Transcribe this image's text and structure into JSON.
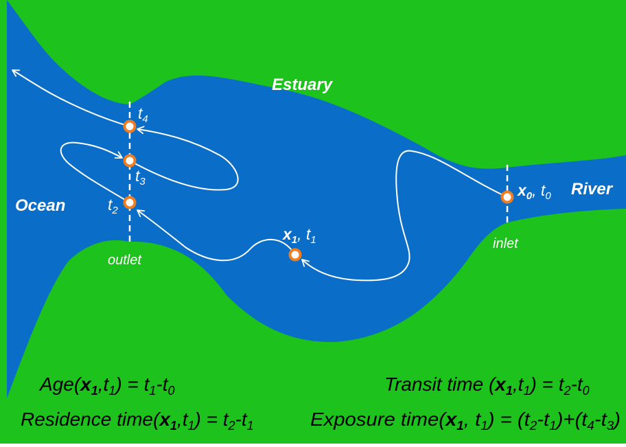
{
  "colors": {
    "land": "#1dc21d",
    "water": "#0a6ec8",
    "path": "#ffffff",
    "marker_ring": "#ef7d22",
    "marker_fill": "#ffffff",
    "text_on_water": "#ffffff",
    "text_on_land": "#000000"
  },
  "regions": {
    "estuary": "Estuary",
    "ocean": "Ocean",
    "river": "River"
  },
  "boundaries": {
    "outlet": "outlet",
    "inlet": "inlet"
  },
  "points": {
    "x0": {
      "var": "x",
      "sub": "0",
      "time": "t",
      "tsub": "0"
    },
    "x1": {
      "var": "x",
      "sub": "1",
      "time": "t",
      "tsub": "1"
    },
    "t2": {
      "time": "t",
      "tsub": "2"
    },
    "t3": {
      "time": "t",
      "tsub": "3"
    },
    "t4": {
      "time": "t",
      "tsub": "4"
    }
  },
  "equations": {
    "age": {
      "name": "Age(",
      "var": "x",
      "sub1": "1",
      "comma": ",",
      "t": "t",
      "tsub": "1",
      "rhs": ") = ",
      "r1": "t",
      "r1sub": "1",
      "minus": "-",
      "r2": "t",
      "r2sub": "0"
    },
    "residence": {
      "name": "Residence time(",
      "var": "x",
      "sub1": "1",
      "comma": ",",
      "t": "t",
      "tsub": "1",
      "rhs": ") = ",
      "r1": "t",
      "r1sub": "2",
      "minus": "-",
      "r2": "t",
      "r2sub": "1"
    },
    "transit": {
      "name": "Transit time (",
      "var": "x",
      "sub1": "1",
      "comma": ",",
      "t": "t",
      "tsub": "1",
      "rhs": ") = ",
      "r1": "t",
      "r1sub": "2",
      "minus": "-",
      "r2": "t",
      "r2sub": "0"
    },
    "exposure": {
      "name": "Exposure time(",
      "var": "x",
      "sub1": "1",
      "comma": ", ",
      "t": "t",
      "tsub": "1",
      "rhs": ") = (",
      "r1": "t",
      "r1sub": "2",
      "minus": "-",
      "r2": "t",
      "r2sub": "1",
      "mid": ")+(",
      "r3": "t",
      "r3sub": "4",
      "minus2": "-",
      "r4": "t",
      "r4sub": "3",
      "end": ")"
    }
  }
}
